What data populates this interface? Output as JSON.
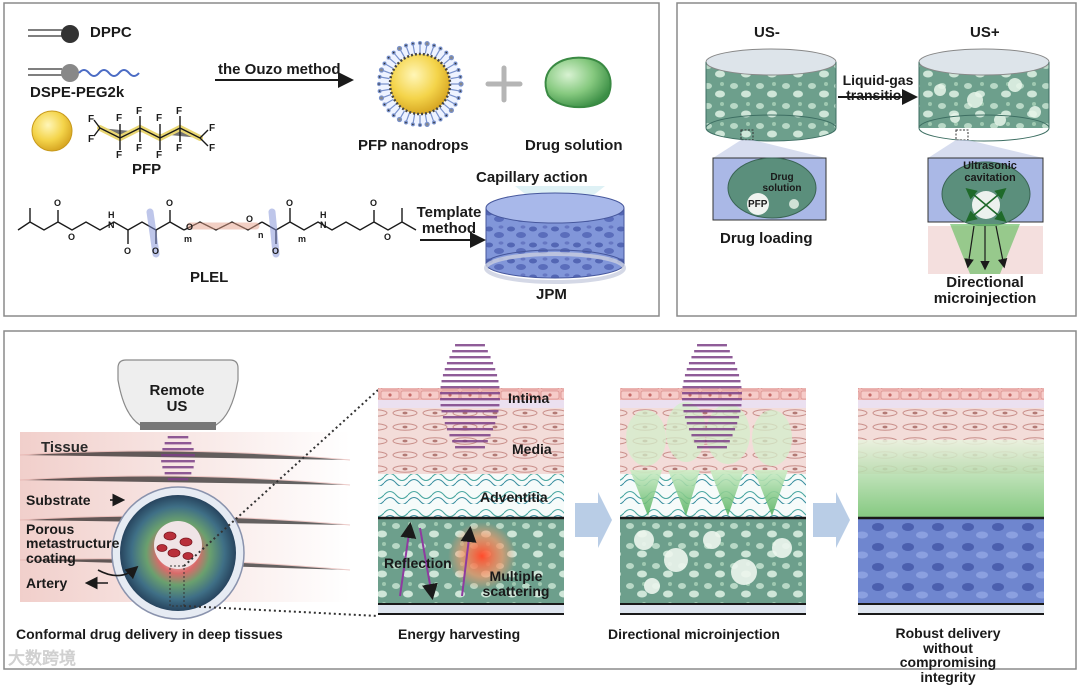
{
  "panel_a": {
    "dppc": "DPPC",
    "dspe_peg2k": "DSPE-PEG2k",
    "pfp": "PFP",
    "ouzo_method": "the Ouzo method",
    "pfp_nanodrops": "PFP nanodrops",
    "drug_solution": "Drug solution",
    "capillary_action": "Capillary action",
    "template_method": "Template\nmethod",
    "plel": "PLEL",
    "jpm": "JPM",
    "f_atom": "F",
    "o_atom": "O",
    "h_atom": "H",
    "n_atom": "N",
    "m_sub": "m",
    "n_sub": "n"
  },
  "panel_b": {
    "us_minus": "US-",
    "us_plus": "US+",
    "liquid_gas_transition": "Liquid-gas\ntransition",
    "drug_solution_inset": "Drug\nsolution",
    "pfp_inset": "PFP",
    "drug_loading": "Drug loading",
    "ultrasonic_cavitation": "Ultrasonic\ncavitation",
    "directional_microinjection": "Directional\nmicroinjection"
  },
  "panel_c": {
    "remote_us": "Remote\nUS",
    "tissue": "Tissue",
    "substrate": "Substrate",
    "porous_coating": "Porous\nmetastructure\ncoating",
    "artery": "Artery",
    "intima": "Intima",
    "media": "Media",
    "adventitia": "Adventitia",
    "reflection": "Reflection",
    "multiple_scattering": "Multiple\nscattering",
    "caption_1": "Conformal drug delivery in deep tissues",
    "caption_2": "Energy harvesting",
    "caption_3": "Directional microinjection",
    "caption_4": "Robust delivery\nwithout compromising integrity"
  },
  "watermark": "大数跨境",
  "colors": {
    "panel_border": "#8a8a8a",
    "nanodrop_yellow": "#f4d44a",
    "drug_green": "#7cc47a",
    "jpm_blue": "#7f93d8",
    "coating_teal": "#5f9a8a",
    "tissue_pink": "#e7b8b4",
    "arrow_blue": "#b9cde6"
  }
}
